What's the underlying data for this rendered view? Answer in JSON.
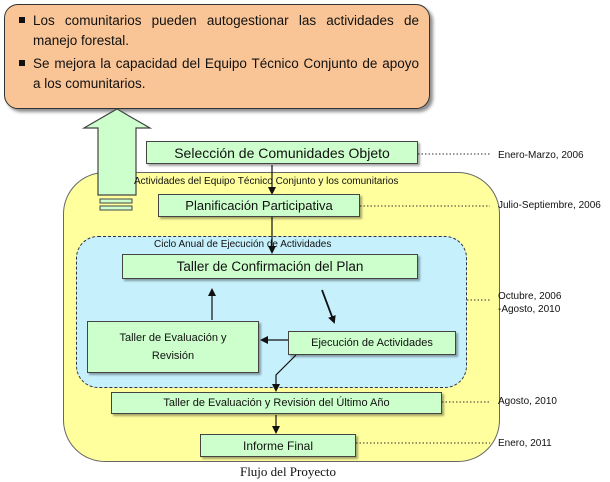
{
  "goals": [
    "Los comunitarios pueden autogestionar las actividades de manejo forestal.",
    "Se mejora la capacidad del Equipo Técnico Conjunto de apoyo a los comunitarios."
  ],
  "boxes": {
    "seleccion": "Selección de Comunidades Objeto",
    "planificacion": "Planificación Participativa",
    "taller_confirmacion": "Taller de Confirmación del Plan",
    "taller_evaluacion_line1": "Taller de Evaluación y",
    "taller_evaluacion_line2": "Revisión",
    "ejecucion": "Ejecución de Actividades",
    "taller_final": "Taller de Evaluación y Revisión del Último Año",
    "informe": "Informe Final"
  },
  "container_labels": {
    "outer": "Actividades del Equipo Técnico Conjunto y los comunitarios",
    "cycle": "Ciclo Anual de Ejecución de Actividades"
  },
  "dates": {
    "seleccion": "Enero-Marzo, 2006",
    "planificacion": "Julio-Septiembre, 2006",
    "ciclo_line1": "Octubre, 2006",
    "ciclo_line2": "-Agosto, 2010",
    "taller_final": "Agosto, 2010",
    "informe": "Enero, 2011"
  },
  "caption": "Flujo del Proyecto"
}
